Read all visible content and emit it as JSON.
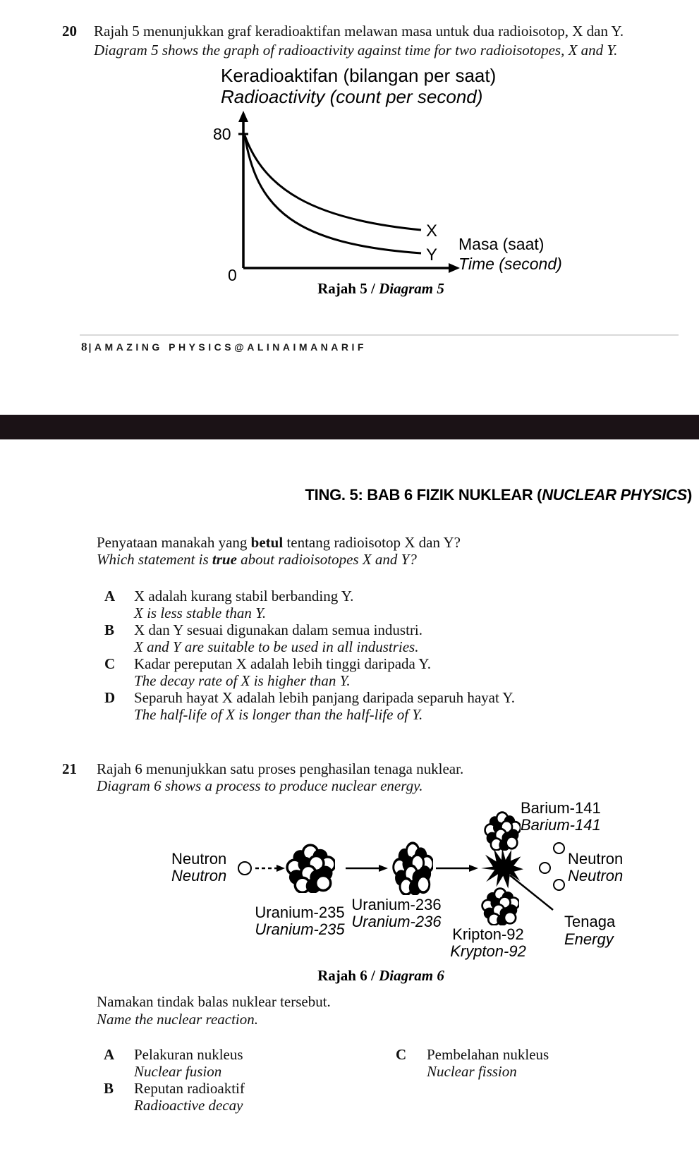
{
  "page": {
    "bar_color": "#1b1216",
    "paper_color": "#ffffff",
    "ink_color": "#111111"
  },
  "q20": {
    "number": "20",
    "text_ms": "Rajah 5 menunjukkan graf keradioaktifan melawan masa untuk dua radioisotop, X dan Y.",
    "text_en": "Diagram 5 shows the graph of radioactivity against time for two radioisotopes, X and Y."
  },
  "graph": {
    "title_ms": "Keradioaktifan (bilangan per saat)",
    "title_en": "Radioactivity (count per second)",
    "y_max_label": "80",
    "origin_label": "0",
    "curve_x_label": "X",
    "curve_y_label": "Y",
    "xlabel_ms": "Masa (saat)",
    "xlabel_en": "Time (second)",
    "caption_ms": "Rajah 5",
    "caption_sep": " / ",
    "caption_en": "Diagram 5"
  },
  "chart_data": {
    "type": "line",
    "title": "Keradioaktifan (bilangan per saat) / Radioactivity (count per second)",
    "xlabel": "Masa (saat) / Time (second)",
    "ylabel": "Radioactivity (count per second)",
    "y_axis_marked_values": [
      0,
      80
    ],
    "x_axis_tick_labels": [],
    "grid": false,
    "series": [
      {
        "name": "X",
        "shape": "exponential decay, slower (upper curve, longer half-life)",
        "x": [
          0,
          1,
          2,
          3,
          4,
          5
        ],
        "y": [
          80,
          56,
          40,
          30,
          24,
          20
        ]
      },
      {
        "name": "Y",
        "shape": "exponential decay, faster (lower curve, shorter half-life)",
        "x": [
          0,
          1,
          2,
          3,
          4,
          5
        ],
        "y": [
          80,
          40,
          24,
          16,
          12,
          10
        ]
      }
    ],
    "ylim": [
      0,
      90
    ]
  },
  "footer": {
    "page_number": "8",
    "divider": "|",
    "brand": "AMAZING PHYSICS@ALINAIMANARIF"
  },
  "page2_header": {
    "pre": "TING. 5: BAB 6 FIZIK NUKLEAR (",
    "italic": "NUCLEAR PHYSICS",
    "post": ")"
  },
  "q20b": {
    "prompt_ms_pre": "Penyataan manakah yang ",
    "prompt_ms_bold": "betul",
    "prompt_ms_post": " tentang radioisotop X dan Y?",
    "prompt_en_pre": "Which statement is ",
    "prompt_en_bold": "true",
    "prompt_en_post": " about radioisotopes X and Y?",
    "options": [
      {
        "letter": "A",
        "ms": "X adalah kurang stabil berbanding Y.",
        "en": "X is less stable than Y."
      },
      {
        "letter": "B",
        "ms": "X dan Y sesuai digunakan dalam semua industri.",
        "en": "X and Y are suitable to be used in all industries."
      },
      {
        "letter": "C",
        "ms": "Kadar pereputan X adalah lebih tinggi daripada Y.",
        "en": "The decay rate of X is higher than Y."
      },
      {
        "letter": "D",
        "ms": "Separuh hayat X adalah lebih panjang daripada separuh hayat Y.",
        "en": "The half-life of X is longer than the half-life of Y."
      }
    ]
  },
  "q21": {
    "number": "21",
    "text_ms": "Rajah 6 menunjukkan satu proses penghasilan tenaga nuklear.",
    "text_en": "Diagram 6 shows a process to produce nuclear energy.",
    "prompt_ms": "Namakan tindak balas nuklear tersebut.",
    "prompt_en": "Name the nuclear reaction.",
    "options_left": [
      {
        "letter": "A",
        "ms": "Pelakuran nukleus",
        "en": "Nuclear fusion"
      },
      {
        "letter": "B",
        "ms": "Reputan radioaktif",
        "en": "Radioactive decay"
      }
    ],
    "options_right": [
      {
        "letter": "C",
        "ms": "Pembelahan nukleus",
        "en": "Nuclear fission"
      }
    ]
  },
  "diagram6": {
    "neutron_left_ms": "Neutron",
    "neutron_left_en": "Neutron",
    "u235_ms": "Uranium-235",
    "u235_en": "Uranium-235",
    "u236_ms": "Uranium-236",
    "u236_en": "Uranium-236",
    "barium_ms": "Barium-141",
    "barium_en": "Barium-141",
    "kripton_ms": "Kripton-92",
    "kripton_en": "Krypton-92",
    "neutron_right_ms": "Neutron",
    "neutron_right_en": "Neutron",
    "energy_ms": "Tenaga",
    "energy_en": "Energy",
    "caption_ms": "Rajah 6",
    "caption_sep": " / ",
    "caption_en": "Diagram 6"
  }
}
